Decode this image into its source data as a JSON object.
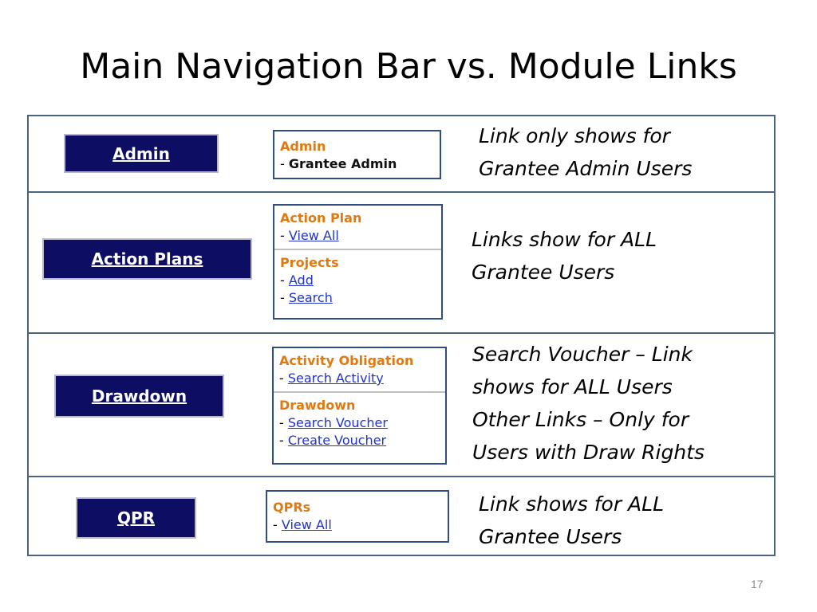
{
  "title": "Main Navigation Bar vs. Module Links",
  "page_number": "17",
  "rows": [
    {
      "nav_button": "Admin",
      "module_sections": [
        {
          "heading": "Admin",
          "items": [
            "Grantee Admin"
          ]
        }
      ],
      "note": [
        "Link only shows for",
        "Grantee Admin Users"
      ]
    },
    {
      "nav_button": "Action Plans",
      "module_sections": [
        {
          "heading": "Action Plan",
          "items": [
            "View All"
          ]
        },
        {
          "heading": "Projects",
          "items": [
            "Add",
            "Search"
          ]
        }
      ],
      "note": [
        "Links show for ALL",
        "Grantee Users"
      ]
    },
    {
      "nav_button": "Drawdown",
      "module_sections": [
        {
          "heading": "Activity Obligation",
          "items": [
            "Search Activity"
          ]
        },
        {
          "heading": "Drawdown",
          "items": [
            "Search Voucher",
            "Create Voucher"
          ]
        }
      ],
      "note": [
        "Search Voucher – Link",
        "shows for ALL Users",
        "Other Links – Only for",
        "Users with Draw Rights"
      ]
    },
    {
      "nav_button": "QPR",
      "module_sections": [
        {
          "heading": "QPRs",
          "items": [
            "View All"
          ]
        }
      ],
      "note": [
        "Link shows for ALL",
        "Grantee Users"
      ]
    }
  ],
  "item_prefix": "-",
  "colors": {
    "nav_button_bg": "#0d0d64",
    "module_heading": "#e07a10",
    "module_link": "#2233cc",
    "frame_border": "#4a6482"
  }
}
